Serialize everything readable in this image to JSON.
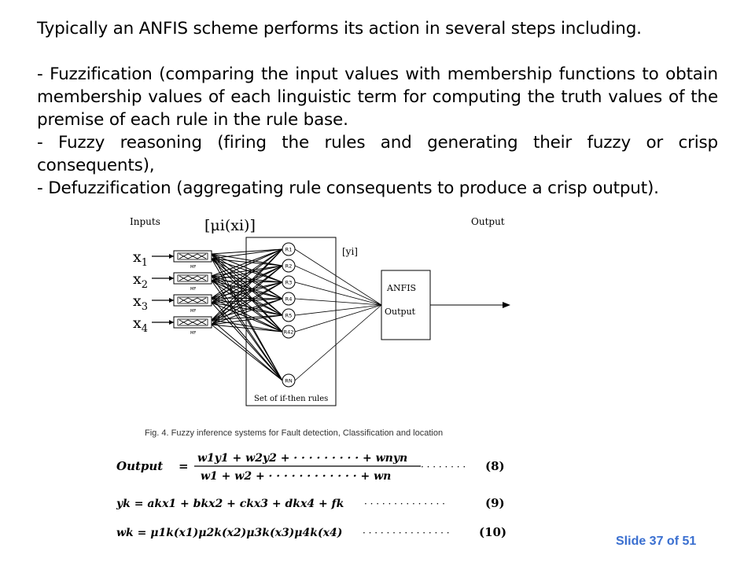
{
  "intro": "Typically an ANFIS scheme performs its action in several steps including.",
  "steps": [
    "- Fuzzification (comparing the input values with membership functions to obtain membership values of each linguistic term for computing the truth values of the premise of each rule in the rule base.",
    "- Fuzzy reasoning (firing the rules and generating their fuzzy or crisp consequents),",
    "- Defuzzification (aggregating rule consequents to produce a crisp output)."
  ],
  "diagram": {
    "inputs_label": "Inputs",
    "output_label": "Output",
    "mu_label": "[μi(xi)]",
    "yi_label": "[yi]",
    "inputs": [
      {
        "sym": "x",
        "sub": "1"
      },
      {
        "sym": "x",
        "sub": "2"
      },
      {
        "sym": "x",
        "sub": "3"
      },
      {
        "sym": "x",
        "sub": "4"
      }
    ],
    "mf_label": "MF",
    "rules": [
      "R1",
      "R2",
      "R3",
      "R4",
      "R5",
      "R42",
      "RN"
    ],
    "rules_box_label": "Set of if-then rules",
    "anfis_line1": "ANFIS",
    "anfis_line2": "Output"
  },
  "caption": "Fig.  4. Fuzzy inference systems for Fault detection, Classification and location",
  "equations": [
    {
      "lhs": "Output",
      "rhs_num": "w1y1 + w2y2 + · · · · · · · · · + wnyn",
      "rhs_den": "w1 + w2 + · · · · · · · · · · · · + wn",
      "dots": "· · · · · · · ·",
      "tag": "(8)"
    },
    {
      "text": "yk = akx1 + bkx2 + ckx3 + dkx4 + fk",
      "dots": "· · · · · · · · · · · · · ·",
      "tag": "(9)"
    },
    {
      "text": "wk = μ1k(x1)μ2k(x2)μ3k(x3)μ4k(x4)",
      "dots": "· · · · · · · · · · · · · · ·",
      "tag": "(10)"
    }
  ],
  "slide_number": "Slide 37 of 51"
}
